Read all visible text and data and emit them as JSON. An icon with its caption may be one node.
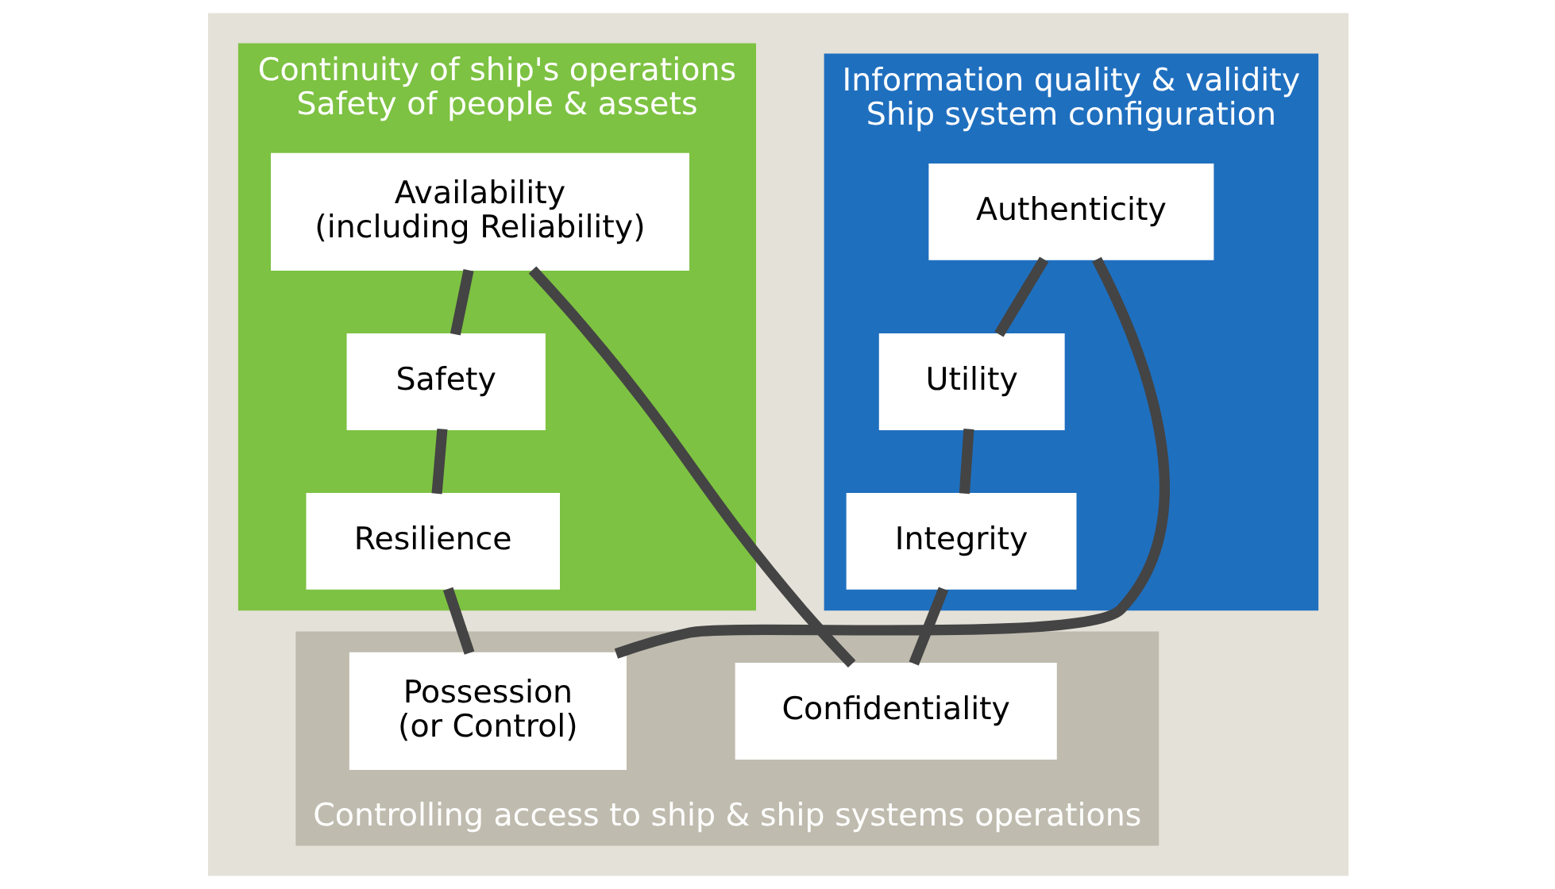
{
  "diagram": {
    "nodes": [
      {
        "text": [
          "Controlling access to ship & ship systems operations"
        ]
      },
      {
        "text": [
          "Confidentiality"
        ],
        "in": 0
      },
      {
        "text": [
          "Information quality & validity",
          "Ship system configuration"
        ]
      },
      {
        "text": [
          "Integrity"
        ],
        "in": 2
      },
      {
        "text": [
          "Utility"
        ],
        "in": 2
      },
      {
        "text": [
          "Authenticity"
        ],
        "in": 2
      },
      {
        "text": [
          "Continuity of ship's operations",
          "Safety of people & assets"
        ]
      },
      {
        "text": [
          "Availability",
          "(including Reliability)"
        ],
        "in": 6
      },
      {
        "text": [
          "Safety"
        ],
        "in": 6
      },
      {
        "text": [
          "Resilience"
        ],
        "in": 6
      },
      {
        "text": [
          "Possession",
          "(or Control)"
        ],
        "in": 0
      }
    ],
    "edges": [
      {
        "from": 1,
        "to": 7,
        "arrow": "none"
      },
      {
        "from": 7,
        "to": 8,
        "arrow": "none"
      },
      {
        "from": 8,
        "to": 9,
        "arrow": "none"
      },
      {
        "from": 9,
        "to": 10,
        "arrow": "none"
      },
      {
        "from": 10,
        "to": 5,
        "arrow": "none"
      },
      {
        "from": 5,
        "to": 4,
        "arrow": "none"
      },
      {
        "from": 4,
        "to": 3,
        "arrow": "none"
      },
      {
        "from": 3,
        "to": 1,
        "arrow": "none"
      }
    ]
  }
}
